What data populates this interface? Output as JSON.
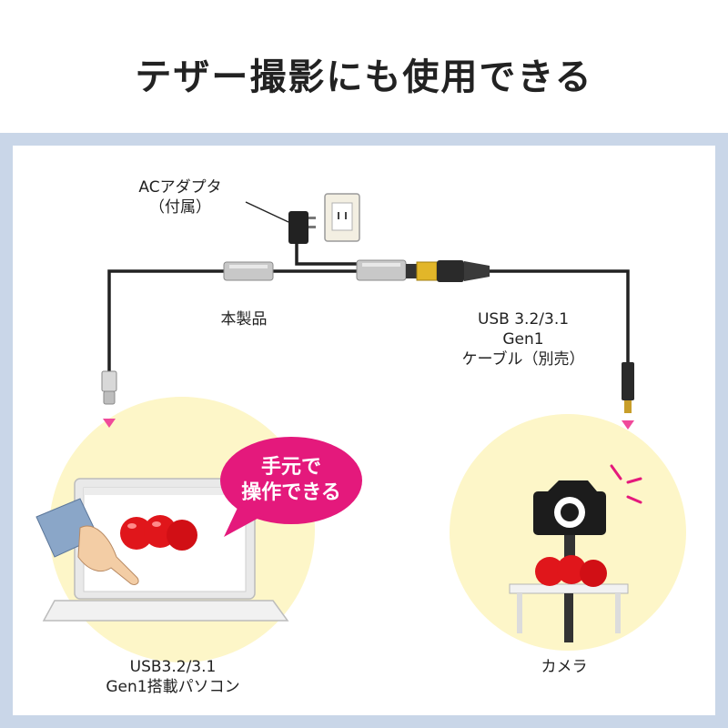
{
  "title": "テザー撮影にも使用できる",
  "labels": {
    "adapter_line1": "ACアダプタ",
    "adapter_line2": "（付属）",
    "product": "本製品",
    "cable_line1": "USB 3.2/3.1",
    "cable_line2": "Gen1",
    "cable_line3": "ケーブル（別売）",
    "pc_line1": "USB3.2/3.1",
    "pc_line2": "Gen1搭載パソコン",
    "camera": "カメラ"
  },
  "bubble": {
    "line1": "手元で",
    "line2": "操作できる"
  },
  "colors": {
    "frame": "#c9d6e8",
    "bubble": "#e4197c",
    "arrow": "#f04a9a",
    "highlight_circle": "#fdf6c8",
    "apple": "#e0161b",
    "usb_plug": "#e2b629"
  },
  "icons": [
    "ac-adapter-icon",
    "wall-outlet-icon",
    "laptop-icon",
    "hand-icon",
    "camera-icon",
    "apple-icon",
    "tripod-icon",
    "down-arrow-icon"
  ]
}
